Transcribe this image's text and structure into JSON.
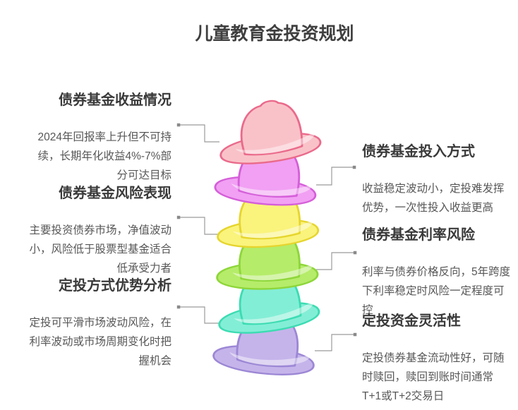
{
  "title": "儿童教育金投资规划",
  "colors": {
    "background": "#ffffff",
    "title_text": "#3f3f3f",
    "heading_text": "#3a3a3a",
    "body_text": "#575757",
    "connector": "#9b9b9b",
    "connector_dot": "#8a8a8a"
  },
  "left_items": [
    {
      "heading": "债券基金收益情况",
      "body": "2024年回报率上升但不可持续，长期年化收益4%-7%部分可达目标"
    },
    {
      "heading": "债券基金风险表现",
      "body": "主要投资债券市场，净值波动小，风险低于股票型基金适合低承受力者"
    },
    {
      "heading": "定投方式优势分析",
      "body": "定投可平滑市场波动风险，在利率波动或市场周期变化时把握机会"
    }
  ],
  "right_items": [
    {
      "heading": "债券基金投入方式",
      "body": "收益稳定波动小，定投难发挥优势，一次性投入收益更高"
    },
    {
      "heading": "债券基金利率风险",
      "body": "利率与债券价格反向，5年跨度下利率稳定时风险一定程度可控"
    },
    {
      "heading": "定投资金灵活性",
      "body": "定投债券基金流动性好，可随时赎回，赎回到账时间通常T+1或T+2交易日"
    }
  ],
  "hats": [
    {
      "name": "pink-hat",
      "fill": "#f9c2c9",
      "stroke": "#ea6a8b"
    },
    {
      "name": "magenta-hat",
      "fill": "#f1a0f3",
      "stroke": "#d55fd9"
    },
    {
      "name": "yellow-hat",
      "fill": "#faf37c",
      "stroke": "#e6d52e"
    },
    {
      "name": "green-hat",
      "fill": "#b5ec69",
      "stroke": "#8ed63a"
    },
    {
      "name": "cyan-hat",
      "fill": "#83eed6",
      "stroke": "#3cdcb2"
    },
    {
      "name": "purple-hat",
      "fill": "#c5b4ea",
      "stroke": "#9c87d5"
    }
  ]
}
